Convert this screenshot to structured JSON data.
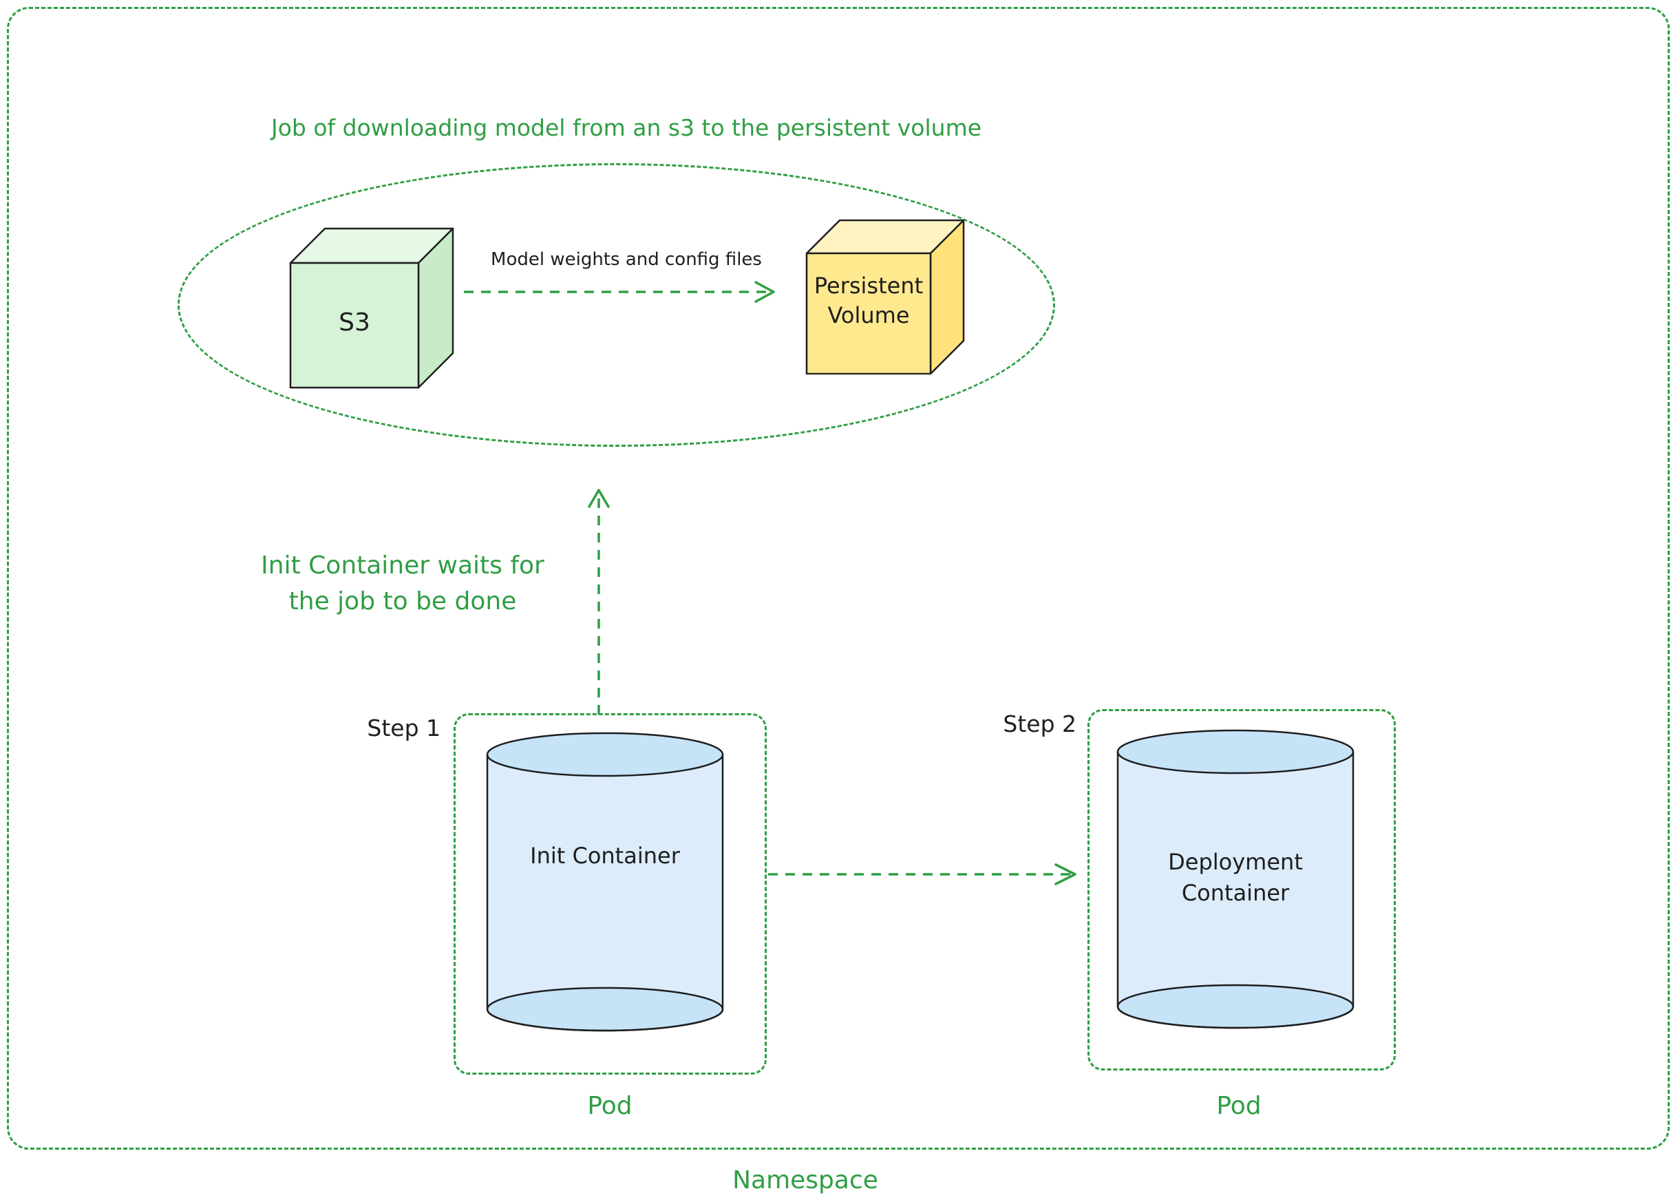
{
  "diagram": {
    "namespace_label": "Namespace",
    "job": {
      "title": "Job of downloading model from an s3 to the persistent volume",
      "s3_label": "S3",
      "arrow_label": "Model weights and config files",
      "pv_label_line1": "Persistent",
      "pv_label_line2": "Volume"
    },
    "wait_note_line1": "Init Container waits for",
    "wait_note_line2": "the job to be done",
    "step1": {
      "label": "Step 1",
      "container_label": "Init Container",
      "pod_label": "Pod"
    },
    "step2": {
      "label": "Step 2",
      "container_label_line1": "Deployment",
      "container_label_line2": "Container",
      "pod_label": "Pod"
    },
    "colors": {
      "green": "#2f9e44",
      "ink": "#1e1e1e",
      "s3_fill": "#d6f3d6",
      "persistent_volume_fill": "#ffe98f",
      "cylinder_fill": "#dcecfa"
    }
  }
}
